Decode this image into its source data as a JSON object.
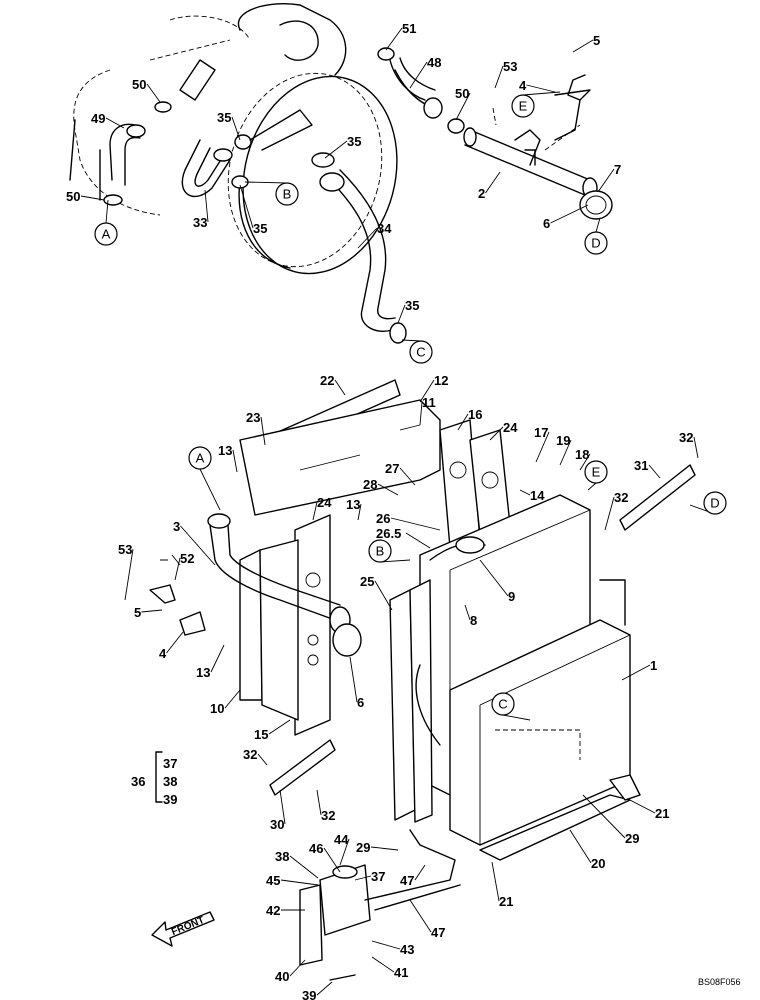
{
  "diagram": {
    "drawing_code": "BS08F056",
    "front_label": "FRONT",
    "callouts": [
      "A",
      "B",
      "C",
      "D",
      "E"
    ],
    "part_numbers": [
      "1",
      "2",
      "3",
      "4",
      "5",
      "6",
      "7",
      "8",
      "9",
      "10",
      "11",
      "12",
      "13",
      "14",
      "15",
      "16",
      "17",
      "18",
      "19",
      "20",
      "21",
      "22",
      "23",
      "24",
      "25",
      "26",
      "26.5",
      "27",
      "28",
      "29",
      "30",
      "31",
      "32",
      "33",
      "34",
      "35",
      "36",
      "37",
      "38",
      "39",
      "40",
      "41",
      "42",
      "43",
      "44",
      "45",
      "46",
      "47",
      "48",
      "49",
      "50",
      "51",
      "52",
      "53"
    ],
    "group_36": [
      "37",
      "38",
      "39"
    ]
  }
}
